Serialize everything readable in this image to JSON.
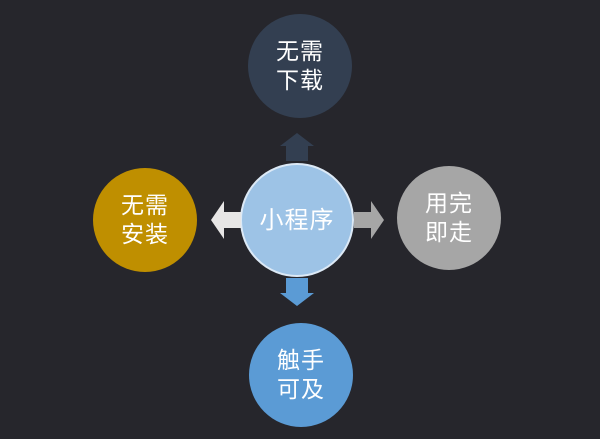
{
  "background_color": "#26262C",
  "center_node": {
    "label": "小程序",
    "color": "#9DC3E6",
    "border_color": "#DCE9F6",
    "text_color": "#FFFFFF"
  },
  "nodes": {
    "top": {
      "lines": [
        "无需",
        "下载"
      ],
      "color": "#333F51",
      "arrow_color": "#333F51",
      "arrow_direction": "up"
    },
    "left": {
      "lines": [
        "无需",
        "安装"
      ],
      "color": "#BF8F00",
      "arrow_color": "#E7E6E6",
      "arrow_direction": "left"
    },
    "right": {
      "lines": [
        "用完",
        "即走"
      ],
      "color": "#A6A6A6",
      "arrow_color": "#A6A6A6",
      "arrow_direction": "right"
    },
    "bottom": {
      "lines": [
        "触手",
        "可及"
      ],
      "color": "#5B9BD5",
      "arrow_color": "#5B9BD5",
      "arrow_direction": "down"
    }
  }
}
